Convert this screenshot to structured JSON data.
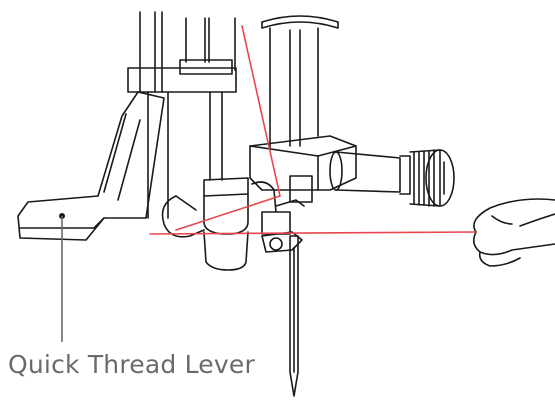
{
  "callout": {
    "label": "Quick Thread Lever"
  },
  "colors": {
    "line": "#1a1a1a",
    "thread": "#e8474d",
    "callout": "#6a6a6a",
    "background": "#ffffff"
  },
  "parts": [
    "presser-bar",
    "needle-bar",
    "needle-clamp",
    "thumb-screw",
    "threader-lever",
    "needle",
    "thread-guide",
    "thread",
    "hand"
  ]
}
